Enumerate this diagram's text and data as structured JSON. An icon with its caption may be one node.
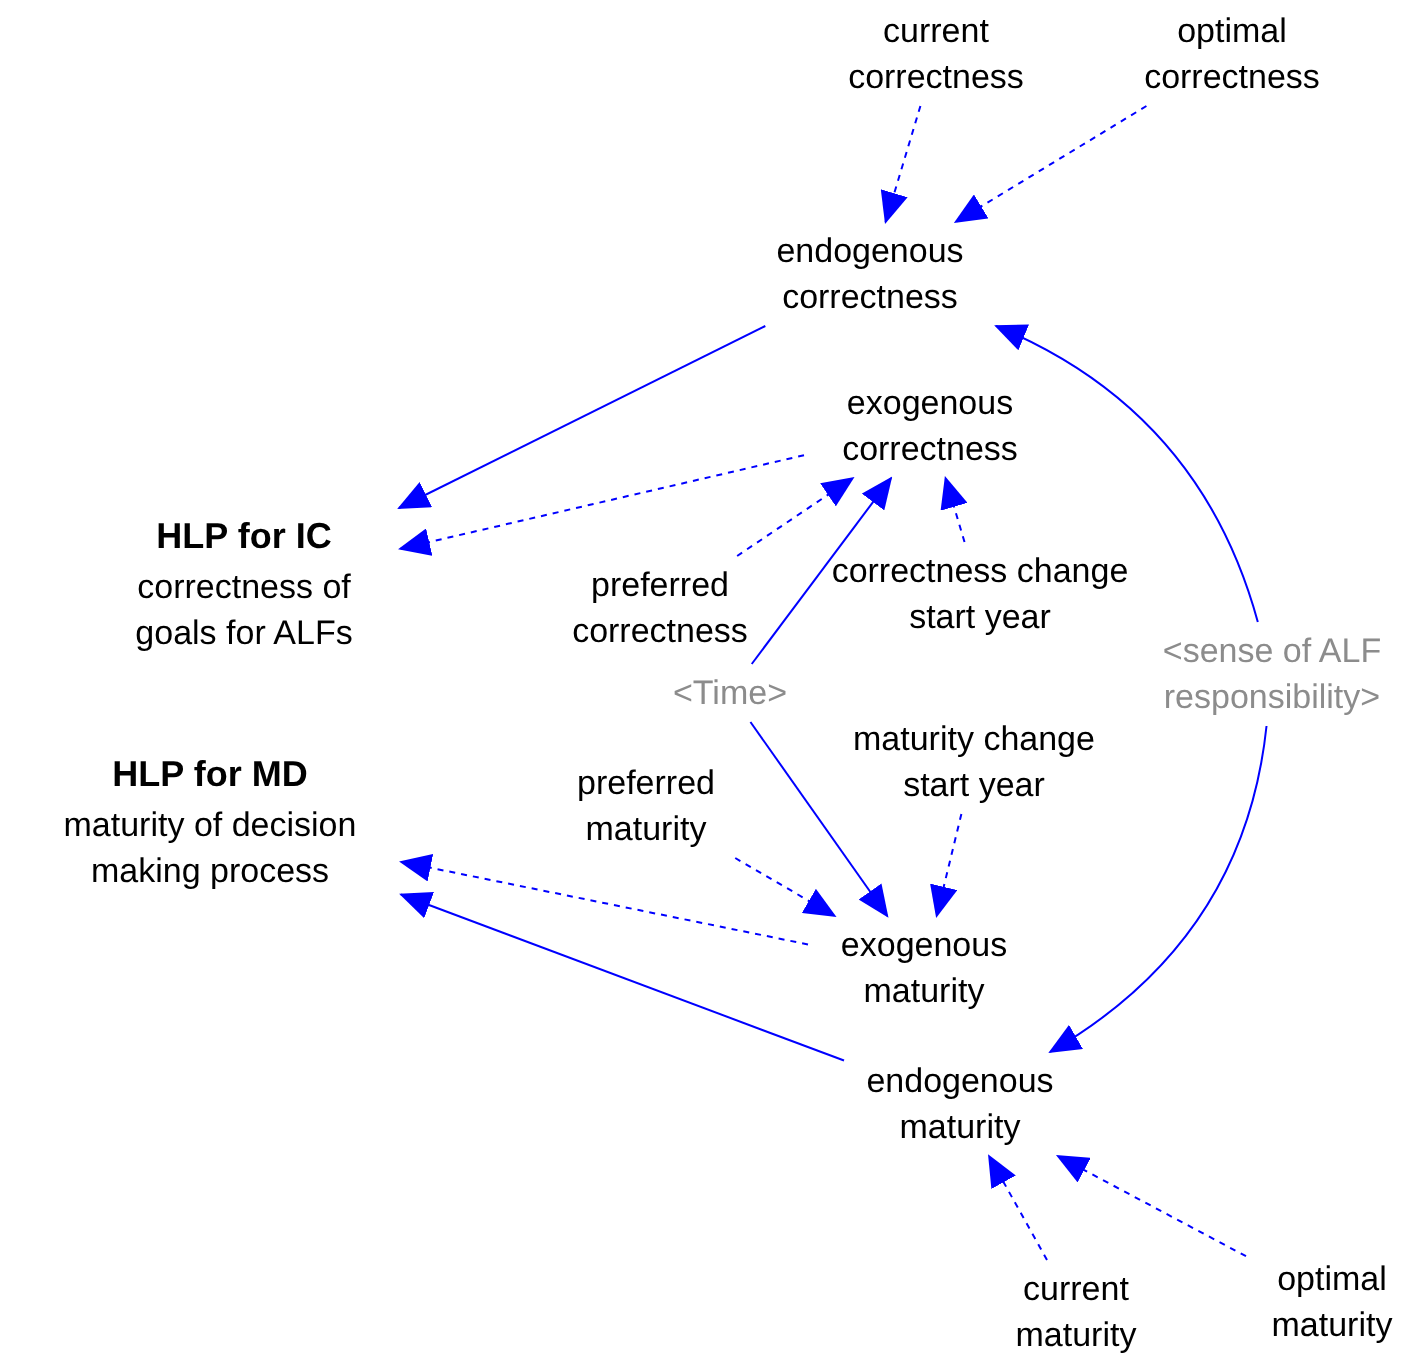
{
  "diagram": {
    "nodes": [
      {
        "text": [
          "current correctness"
        ]
      },
      {
        "text": [
          "optimal correctness"
        ]
      },
      {
        "text": [
          "endogenous correctness"
        ]
      },
      {
        "text": [
          "exogenous correctness"
        ]
      },
      {
        "text": [
          "HLP for IC",
          "correctness of goals for ALFs"
        ]
      },
      {
        "text": [
          "preferred correctness"
        ]
      },
      {
        "text": [
          "correctness change start year"
        ]
      },
      {
        "text": [
          "<Time>"
        ]
      },
      {
        "text": [
          "<sense of ALF responsibility>"
        ]
      },
      {
        "text": [
          "HLP for MD",
          "maturity of decision making process"
        ]
      },
      {
        "text": [
          "maturity change start year"
        ]
      },
      {
        "text": [
          "preferred maturity"
        ]
      },
      {
        "text": [
          "exogenous maturity"
        ]
      },
      {
        "text": [
          "endogenous maturity"
        ]
      },
      {
        "text": [
          "current maturity"
        ]
      },
      {
        "text": [
          "optimal maturity"
        ]
      }
    ],
    "edges": [
      {
        "from": 0,
        "to": 2,
        "arrow": "to",
        "style": "dashed"
      },
      {
        "from": 1,
        "to": 2,
        "arrow": "to",
        "style": "dashed"
      },
      {
        "from": 2,
        "to": 4,
        "arrow": "to"
      },
      {
        "from": 3,
        "to": 4,
        "arrow": "to",
        "style": "dashed"
      },
      {
        "from": 5,
        "to": 3,
        "arrow": "to",
        "style": "dashed"
      },
      {
        "from": 7,
        "to": 3,
        "arrow": "to"
      },
      {
        "from": 6,
        "to": 3,
        "arrow": "to",
        "style": "dashed"
      },
      {
        "from": 8,
        "to": 2,
        "arrow": "to"
      },
      {
        "from": 7,
        "to": 12,
        "arrow": "to"
      },
      {
        "from": 11,
        "to": 12,
        "arrow": "to",
        "style": "dashed"
      },
      {
        "from": 10,
        "to": 12,
        "arrow": "to",
        "style": "dashed"
      },
      {
        "from": 12,
        "to": 9,
        "arrow": "to",
        "style": "dashed"
      },
      {
        "from": 13,
        "to": 9,
        "arrow": "to"
      },
      {
        "from": 8,
        "to": 13,
        "arrow": "to"
      },
      {
        "from": 14,
        "to": 13,
        "arrow": "to",
        "style": "dashed"
      },
      {
        "from": 15,
        "to": 13,
        "arrow": "to",
        "style": "dashed"
      }
    ]
  }
}
